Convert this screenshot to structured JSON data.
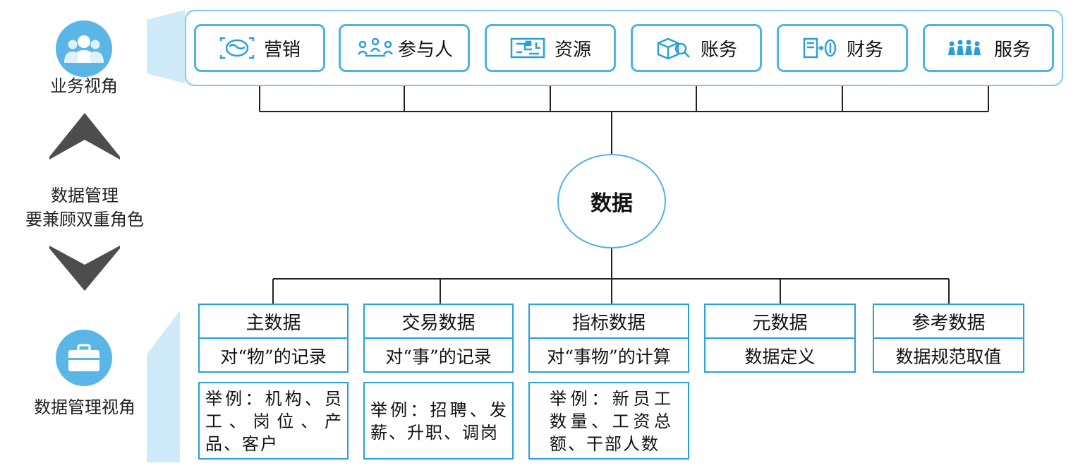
{
  "left_panel": {
    "business_view_label": "业务视角",
    "dual_role_line1": "数据管理",
    "dual_role_line2": "要兼顾双重角色",
    "data_mgmt_view_label": "数据管理视角"
  },
  "business_items": [
    {
      "label": "营销",
      "icon": "globe-chart-icon"
    },
    {
      "label": "参与人",
      "icon": "people-meeting-icon"
    },
    {
      "label": "资源",
      "icon": "circuit-board-icon"
    },
    {
      "label": "账务",
      "icon": "box-magnifier-icon"
    },
    {
      "label": "财务",
      "icon": "document-money-icon"
    },
    {
      "label": "服务",
      "icon": "team-group-icon"
    }
  ],
  "center": {
    "label": "数据"
  },
  "data_types": [
    {
      "title": "主数据",
      "desc": "对“物”的记录",
      "example": "举例：机构、员工、岗位、产品、客户"
    },
    {
      "title": "交易数据",
      "desc": "对“事”的记录",
      "example": "举例：招聘、发薪、升职、调岗"
    },
    {
      "title": "指标数据",
      "desc": "对“事物”的计算",
      "example": "举例：新员工数量、工资总额、干部人数"
    },
    {
      "title": "元数据",
      "desc": "数据定义"
    },
    {
      "title": "参考数据",
      "desc": "数据规范取值"
    }
  ],
  "colors": {
    "accent": "#4fb3e6",
    "border_dark": "#2aa0dc",
    "arrow_gray": "#4d4d4d",
    "panel_light": "#cfeaf8"
  }
}
